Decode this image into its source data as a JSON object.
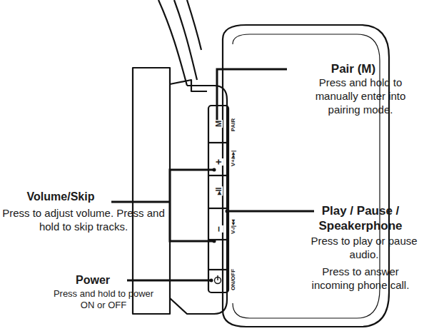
{
  "diagram": {
    "labels": [
      "Pair (M)",
      "Press and hold to manually enter into pairing mode.",
      "Volume/Skip",
      "Press to adjust volume. Press and hold to skip tracks.",
      "Play / Pause / Speakerphone",
      "Press to play or pause audio.",
      "Press to answer incoming phone call.",
      "Power",
      "Press and hold to power ON or OFF",
      "M",
      "PAIR",
      "V+/▸▸|",
      "+",
      "▸II",
      "–",
      "V-/|◂◂",
      "ON/OFF"
    ]
  }
}
